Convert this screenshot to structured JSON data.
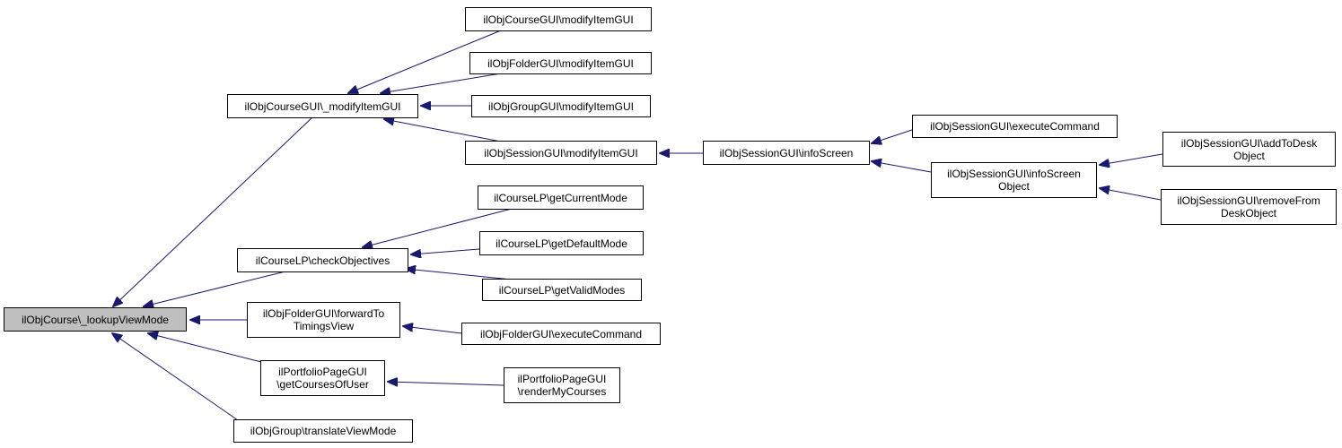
{
  "colors": {
    "edge": "#191970",
    "node_border": "#000000",
    "root_fill": "#bfbfbf",
    "node_fill": "#ffffff"
  },
  "nodes": [
    {
      "id": "n0",
      "label": "ilObjCourse\\_lookupViewMode",
      "root": true
    },
    {
      "id": "n1",
      "label": "ilObjCourseGUI\\_modifyItemGUI"
    },
    {
      "id": "n2",
      "label": "ilCourseLP\\checkObjectives"
    },
    {
      "id": "n3",
      "label": "ilObjFolderGUI\\forwardTo\nTimingsView"
    },
    {
      "id": "n4",
      "label": "ilPortfolioPageGUI\n\\getCoursesOfUser"
    },
    {
      "id": "n5",
      "label": "ilObjGroup\\translateViewMode"
    },
    {
      "id": "n6",
      "label": "ilObjCourseGUI\\modifyItemGUI"
    },
    {
      "id": "n7",
      "label": "ilObjFolderGUI\\modifyItemGUI"
    },
    {
      "id": "n8",
      "label": "ilObjGroupGUI\\modifyItemGUI"
    },
    {
      "id": "n9",
      "label": "ilObjSessionGUI\\modifyItemGUI"
    },
    {
      "id": "n10",
      "label": "ilCourseLP\\getCurrentMode"
    },
    {
      "id": "n11",
      "label": "ilCourseLP\\getDefaultMode"
    },
    {
      "id": "n12",
      "label": "ilCourseLP\\getValidModes"
    },
    {
      "id": "n13",
      "label": "ilObjFolderGUI\\executeCommand"
    },
    {
      "id": "n14",
      "label": "ilPortfolioPageGUI\n\\renderMyCourses"
    },
    {
      "id": "n15",
      "label": "ilObjSessionGUI\\infoScreen"
    },
    {
      "id": "n16",
      "label": "ilObjSessionGUI\\executeCommand"
    },
    {
      "id": "n17",
      "label": "ilObjSessionGUI\\infoScreen\nObject"
    },
    {
      "id": "n18",
      "label": "ilObjSessionGUI\\addToDesk\nObject"
    },
    {
      "id": "n19",
      "label": "ilObjSessionGUI\\removeFrom\nDeskObject"
    }
  ],
  "edges": [
    {
      "from": "n1",
      "to": "n0"
    },
    {
      "from": "n2",
      "to": "n0"
    },
    {
      "from": "n3",
      "to": "n0"
    },
    {
      "from": "n4",
      "to": "n0"
    },
    {
      "from": "n5",
      "to": "n0"
    },
    {
      "from": "n6",
      "to": "n1"
    },
    {
      "from": "n7",
      "to": "n1"
    },
    {
      "from": "n8",
      "to": "n1"
    },
    {
      "from": "n9",
      "to": "n1"
    },
    {
      "from": "n10",
      "to": "n2"
    },
    {
      "from": "n11",
      "to": "n2"
    },
    {
      "from": "n12",
      "to": "n2"
    },
    {
      "from": "n13",
      "to": "n3"
    },
    {
      "from": "n14",
      "to": "n4"
    },
    {
      "from": "n15",
      "to": "n9"
    },
    {
      "from": "n16",
      "to": "n15"
    },
    {
      "from": "n17",
      "to": "n15"
    },
    {
      "from": "n18",
      "to": "n17"
    },
    {
      "from": "n19",
      "to": "n17"
    }
  ]
}
